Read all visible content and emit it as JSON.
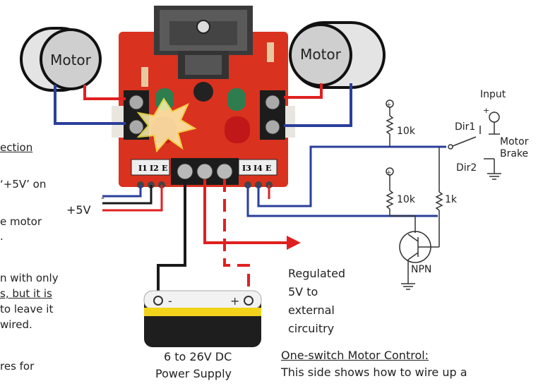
{
  "motors": {
    "left_label": "Motor",
    "right_label": "Motor"
  },
  "board": {
    "left_header": [
      "I1",
      "I2",
      "E"
    ],
    "right_header": [
      "I3",
      "I4",
      "E"
    ]
  },
  "left_notes": {
    "heading_fragment": "ection",
    "line1": "‘+5V’ on",
    "line2": "e motor",
    "line3": ".",
    "line4": "n with only",
    "line5": "s, but it is",
    "line6": "to leave it",
    "line7": "wired.",
    "line8": "res for",
    "plus5v_label": "+5V",
    "minus_sign": "-"
  },
  "power_supply": {
    "minus_label": "-",
    "plus_label": "+",
    "caption_line1": "6 to 26V DC",
    "caption_line2": "Power Supply"
  },
  "regulated_output": {
    "line1": "Regulated",
    "line2": "5V to",
    "line3": "external",
    "line4": "circuitry"
  },
  "control_circuit": {
    "input_label": "Input",
    "input_plus": "+",
    "dir1_label": "Dir1",
    "dir2_label": "Dir2",
    "motor_label": "Motor",
    "brake_label": "Brake",
    "r_top_label": "10k",
    "r_mid_label": "10k",
    "r_1k_label": "1k",
    "npn_label": "NPN"
  },
  "footer": {
    "heading": "One-switch Motor Control:",
    "line1": "This side shows how to wire up a"
  },
  "colors": {
    "board_red": "#d9321f",
    "wire_red": "#e02020",
    "wire_blue": "#2a3f9a",
    "wire_black": "#1a1a1a",
    "circuit_blue": "#3a5a9a",
    "battery_yellow": "#f2d21a"
  }
}
